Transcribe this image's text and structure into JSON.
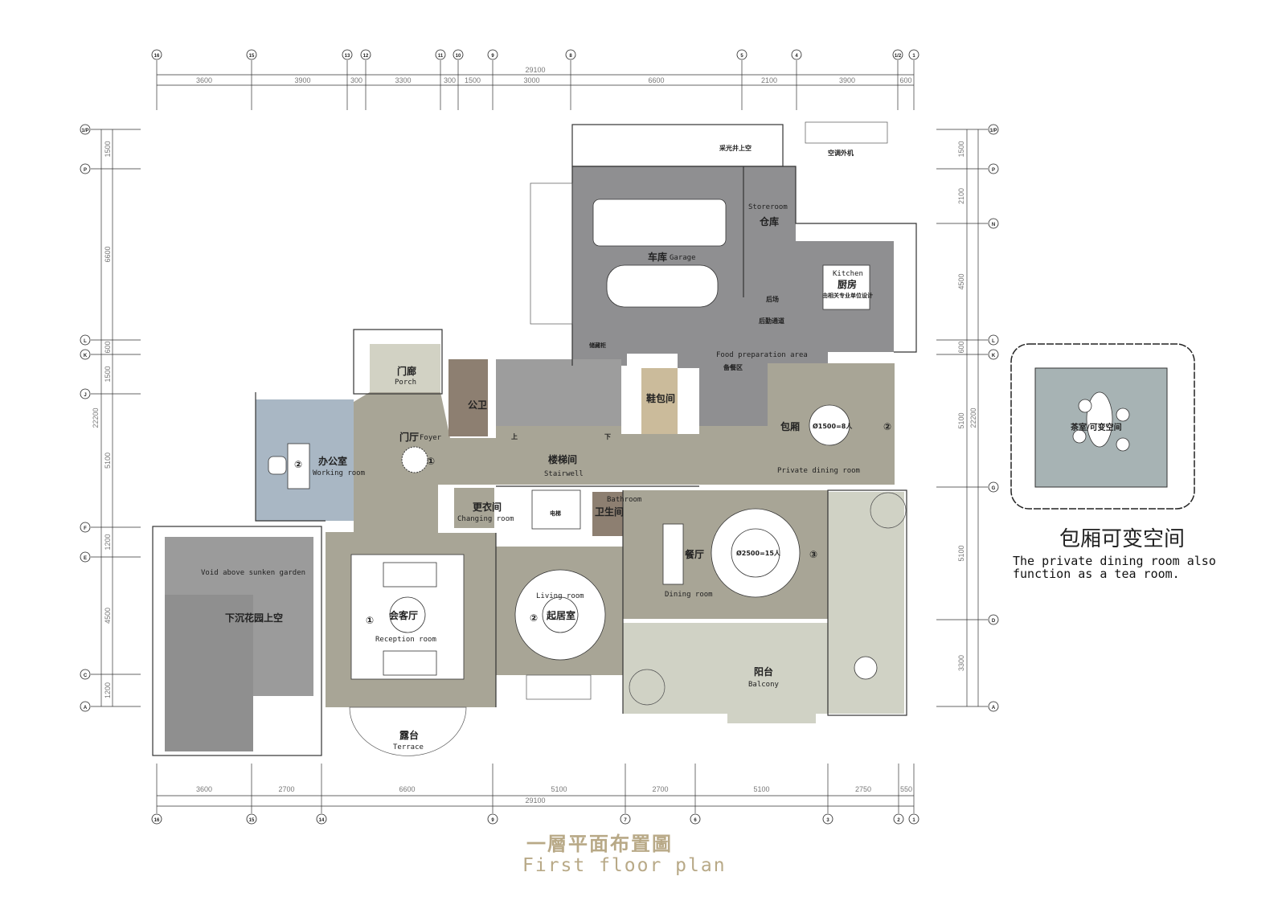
{
  "title": {
    "cn": "一層平面布置圖",
    "en": "First floor plan"
  },
  "axes": {
    "top": [
      "16",
      "15",
      "13",
      "12",
      "11",
      "10",
      "9",
      "8",
      "5",
      "4",
      "1/2",
      "1"
    ],
    "bottom": [
      "16",
      "15",
      "14",
      "9",
      "7",
      "6",
      "3",
      "2",
      "1"
    ],
    "left": [
      "1/P",
      "P",
      "L",
      "K",
      "J",
      "F",
      "E",
      "C",
      "A"
    ],
    "right": [
      "1/P",
      "P",
      "N",
      "L",
      "K",
      "G",
      "D",
      "A"
    ]
  },
  "dimensions": {
    "top_total": "29100",
    "top": [
      "3600",
      "3900",
      "300",
      "3300",
      "300",
      "1500",
      "3000",
      "6600",
      "2100",
      "3900",
      "600"
    ],
    "bottom_total": "29100",
    "bottom": [
      "3600",
      "2700",
      "6600",
      "5100",
      "2700",
      "5100",
      "2750",
      "550"
    ],
    "left_total": "22200",
    "left": [
      "1500",
      "6600",
      "600",
      "1500",
      "5100",
      "1200",
      "4500",
      "1200"
    ],
    "right_total": "22200",
    "right": [
      "1500",
      "2100",
      "4500",
      "600",
      "5100",
      "5100",
      "3300"
    ]
  },
  "rooms": {
    "lightwell": "采光井上空",
    "ac_unit": "空调外机",
    "garage_cn": "车库",
    "garage_en": "Garage",
    "storeroom_en": "Storeroom",
    "storeroom_cn": "仓库",
    "kitchen_en": "Kitchen",
    "kitchen_cn": "厨房",
    "kitchen_note": "由相关专业单位设计",
    "back_kitchen": "后场",
    "back_corridor": "后勤通道",
    "cabinet": "储藏柜",
    "food_prep_en": "Food preparation area",
    "food_prep_cn": "备餐区",
    "porch_cn": "门廊",
    "porch_en": "Porch",
    "public_wc": "公卫",
    "foyer_cn": "门厅",
    "foyer_en": "Foyer",
    "stairwell_cn": "楼梯间",
    "stairwell_en": "Stairwell",
    "stair_up": "上",
    "stair_down": "下",
    "shoe_room": "鞋包间",
    "working_cn": "办公室",
    "working_en": "Working room",
    "private_dining_cn": "包厢",
    "private_dining_en": "Private dining room",
    "table_small": "Ø1500=8人",
    "changing_cn": "更衣间",
    "changing_en": "Changing room",
    "elevator": "电梯",
    "bathroom_en": "Bathroom",
    "bathroom_cn": "卫生间",
    "dining_cn": "餐厅",
    "dining_en": "Dining room",
    "table_large": "Ø2500=15人",
    "void_en": "Void above sunken garden",
    "void_cn": "下沉花园上空",
    "reception_cn": "会客厅",
    "reception_en": "Reception room",
    "living_en": "Living room",
    "living_cn": "起居室",
    "balcony_cn": "阳台",
    "balcony_en": "Balcony",
    "terrace_cn": "露台",
    "terrace_en": "Terrace",
    "markers": [
      "①",
      "②",
      "②",
      "①",
      "②",
      "③"
    ]
  },
  "inset": {
    "room_label": "茶室/可变空间",
    "title": "包厢可变空间",
    "note": "The private dining room also function as a tea room."
  },
  "colors": {
    "garage": "#8f8f91",
    "foyer": "#a8a596",
    "working": "#a9b7c4",
    "porch": "#d2d2c4",
    "wc": "#8d7f71",
    "stair": "#9d9d9d",
    "shoe": "#cbbb9b",
    "balcony": "#d0d2c5",
    "void": "#9b9b9b",
    "tea": "#a7b3b4",
    "title": "#b8a987"
  }
}
